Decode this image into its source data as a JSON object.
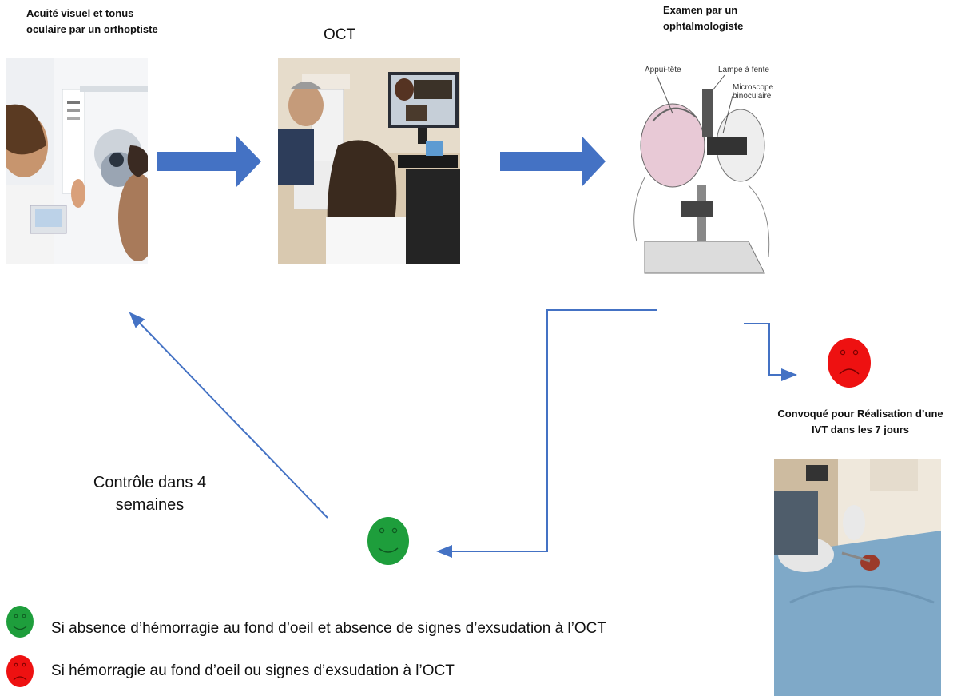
{
  "steps": [
    {
      "title_line1": "Acuité visuel et tonus",
      "title_line2": "oculaire par un orthoptiste"
    },
    {
      "title": "OCT"
    },
    {
      "title_line1": "Examen par un",
      "title_line2": "ophtalmologiste"
    }
  ],
  "slitlamp_labels": {
    "head": "Appui-tête",
    "lamp": "Lampe à fente",
    "micro1": "Microscope",
    "micro2": "binoculaire"
  },
  "outcome_red": {
    "line1": "Convoqué pour Réalisation d’une",
    "line2": "IVT dans les 7 jours"
  },
  "control": {
    "line1": "Contrôle dans 4",
    "line2": "semaines"
  },
  "legend": [
    {
      "icon": "green-smiley",
      "text": "Si absence d’hémorragie au fond d’oeil et absence de signes d’exsudation à l’OCT"
    },
    {
      "icon": "red-frown",
      "text": "Si hémorragie au fond d’oeil ou signes d’exsudation à l’OCT"
    }
  ],
  "colors": {
    "arrow": "#4472C4",
    "green": "#1E9E3C",
    "red": "#EE1111"
  }
}
